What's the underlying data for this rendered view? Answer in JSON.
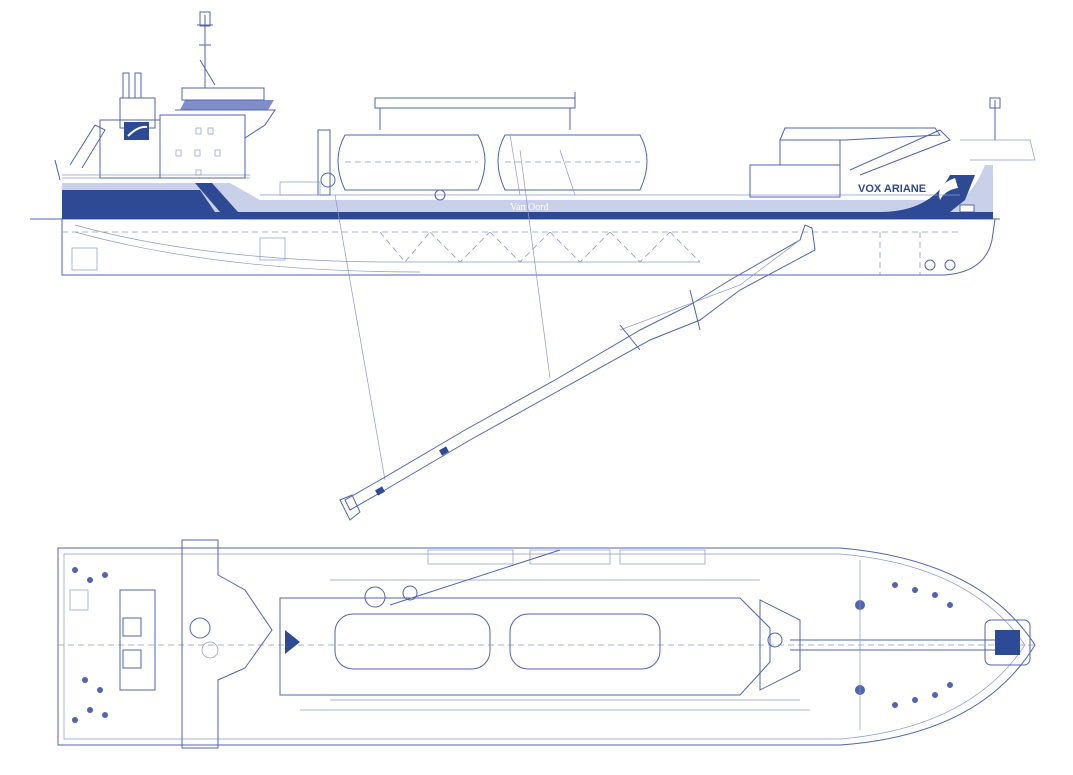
{
  "ship": {
    "name": "VOX ARIANE",
    "hull_marking": "Van Oord"
  },
  "colors": {
    "hull_band": "#2f4a94",
    "line": "#5064b0",
    "light_line": "#8a97cc"
  },
  "views": [
    "side-elevation",
    "deck-plan"
  ]
}
